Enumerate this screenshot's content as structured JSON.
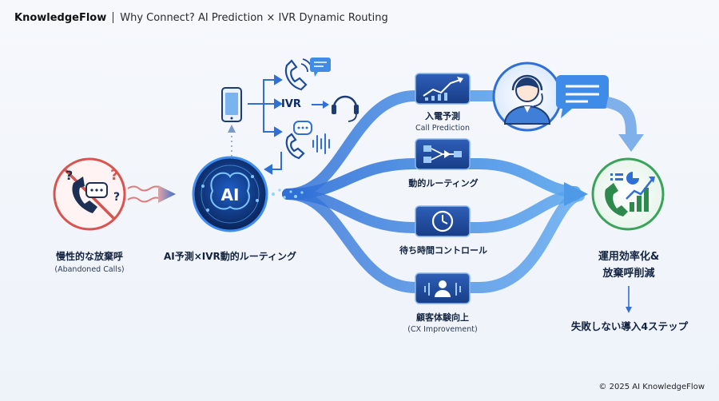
{
  "header": {
    "brand": "KnowledgeFlow",
    "subtitle": "Why Connect? AI Prediction × IVR Dynamic Routing"
  },
  "nodes": {
    "abandoned": {
      "title": "慢性的な放棄呼",
      "subtitle": "(Abandoned Calls)"
    },
    "ai_hub": {
      "title": "AI予測×IVR動的ルーティング",
      "badge": "AI"
    },
    "ivr": {
      "label": "IVR"
    },
    "call_prediction": {
      "title": "入電予測",
      "subtitle": "Call Prediction"
    },
    "dynamic_routing": {
      "title": "動的ルーティング"
    },
    "wait_control": {
      "title": "待ち時間コントロール"
    },
    "cx": {
      "title": "顧客体験向上",
      "subtitle": "(CX Improvement)"
    },
    "result": {
      "title_line1": "運用効率化&",
      "title_line2": "放棄呼削減"
    },
    "next_steps": {
      "title": "失敗しない導入4ステップ"
    }
  },
  "colors": {
    "accent_blue": "#2f7fe0",
    "deep_navy": "#0e2a66",
    "alert_red": "#d9534f",
    "success_green": "#3aa35a"
  },
  "footer": {
    "copyright": "© 2025 AI KnowledgeFlow"
  }
}
